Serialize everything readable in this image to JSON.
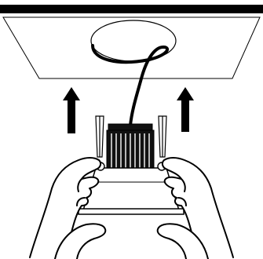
{
  "figure": {
    "caption": "",
    "colors": {
      "stroke": "#000000",
      "fill_dark": "#111111",
      "background": "#ffffff"
    },
    "parts": [
      "ceiling-bar",
      "ceiling-panel",
      "ceiling-cutout",
      "power-cable",
      "up-arrow",
      "spring-clip",
      "heatsink",
      "trim-housing",
      "trim-flange",
      "hand"
    ],
    "icons": [
      "up-arrow-icon",
      "hand-icon"
    ]
  }
}
